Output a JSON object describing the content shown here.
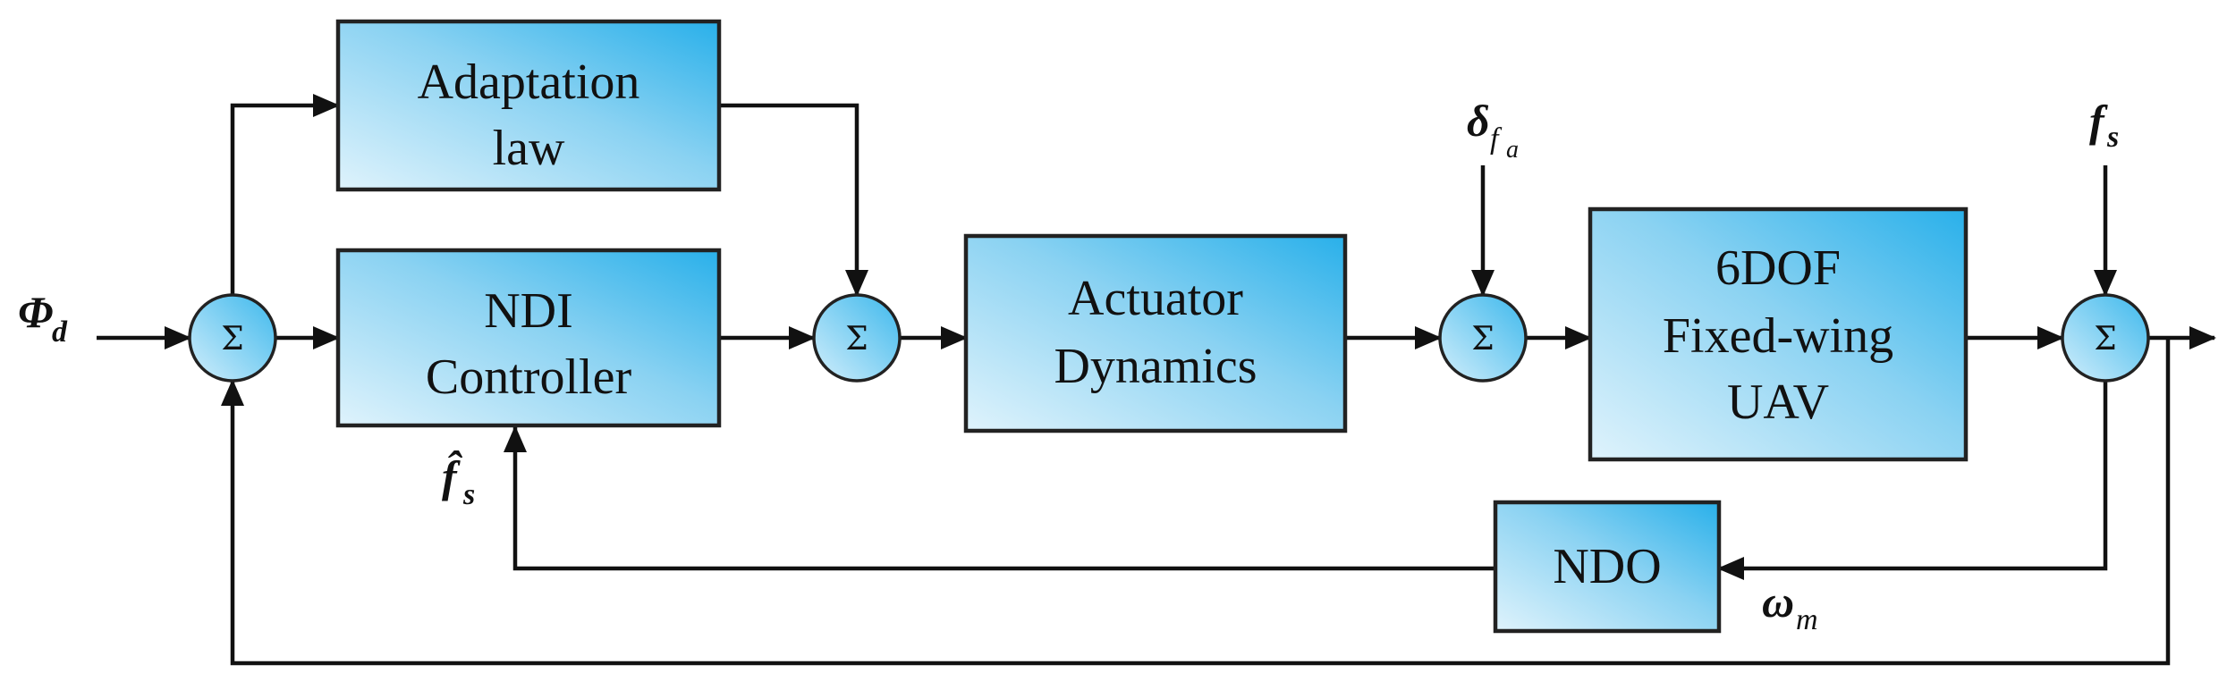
{
  "blocks": {
    "adaptation": {
      "lines": [
        "Adaptation",
        "law"
      ]
    },
    "ndi": {
      "lines": [
        "NDI",
        "Controller"
      ]
    },
    "actuator": {
      "lines": [
        "Actuator",
        "Dynamics"
      ]
    },
    "uav": {
      "lines": [
        "6DOF",
        "Fixed-wing",
        "UAV"
      ]
    },
    "ndo": {
      "lines": [
        "NDO"
      ]
    }
  },
  "summing_symbol": "Σ",
  "signals": {
    "phi_d": {
      "main": "Φ",
      "sub": "d"
    },
    "delta_fa": {
      "main": "δ",
      "sub": "f",
      "subsub": "a"
    },
    "f_s": {
      "main": "f",
      "sub": "s"
    },
    "f_s_hat": {
      "main": "f̂",
      "sub": "s"
    },
    "omega_m": {
      "main": "ω",
      "sub": "m"
    }
  },
  "colors": {
    "block_fill_light": "#dff3fc",
    "block_fill_dark": "#29b0ea",
    "line": "#111111"
  }
}
